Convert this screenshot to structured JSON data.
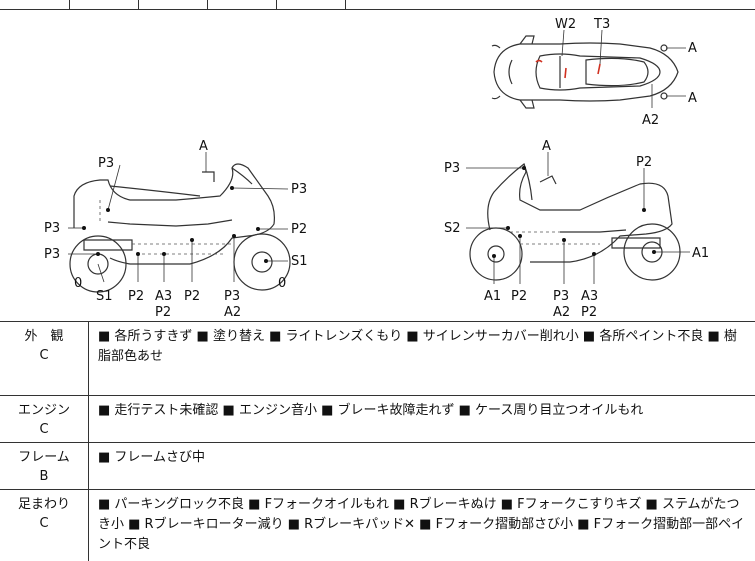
{
  "diagram": {
    "top_labels": {
      "w2": "W2",
      "t3": "T3",
      "a_top": "A",
      "a_bottom": "A",
      "a2": "A2"
    },
    "left_labels": {
      "a": "A",
      "p3_top": "P3",
      "p3_right": "P3",
      "p3_left": "P3",
      "p2_right": "P2",
      "p3_low": "P3",
      "s1_right": "S1",
      "zero_left": "0",
      "zero_right": "0",
      "s1_bottom": "S1",
      "p2_b1": "P2",
      "a3": "A3",
      "p2_b2": "P2",
      "p2_b3": "P2",
      "p3_b": "P3",
      "a2_b": "A2"
    },
    "right_labels": {
      "a": "A",
      "p3": "P3",
      "p2": "P2",
      "s2": "S2",
      "a1_right": "A1",
      "a1_bottom": "A1",
      "p2_b": "P2",
      "p3_b": "P3",
      "a2_b": "A2",
      "a3_b": "A3",
      "p2_b2": "P2"
    }
  },
  "sections": [
    {
      "title": "外　観",
      "grade": "C",
      "text": "■ 各所うすきず ■ 塗り替え ■ ライトレンズくもり ■ サイレンサーカバー削れ小 ■ 各所ペイント不良 ■ 樹脂部色あせ"
    },
    {
      "title": "エンジン",
      "grade": "C",
      "text": "■ 走行テスト未確認 ■ エンジン音小 ■ ブレーキ故障走れず ■ ケース周り目立つオイルもれ"
    },
    {
      "title": "フレーム",
      "grade": "B",
      "text": "■ フレームさび中"
    },
    {
      "title": "足まわり",
      "grade": "C",
      "text": "■ パーキングロック不良 ■ Fフォークオイルもれ ■ Rブレーキぬけ ■ Fフォークこすりキズ ■ ステムがたつき小 ■ Rブレーキローター減り ■ Rブレーキパッド✕ ■ Fフォーク摺動部さび小 ■ Fフォーク摺動部一部ペイント不良"
    }
  ]
}
